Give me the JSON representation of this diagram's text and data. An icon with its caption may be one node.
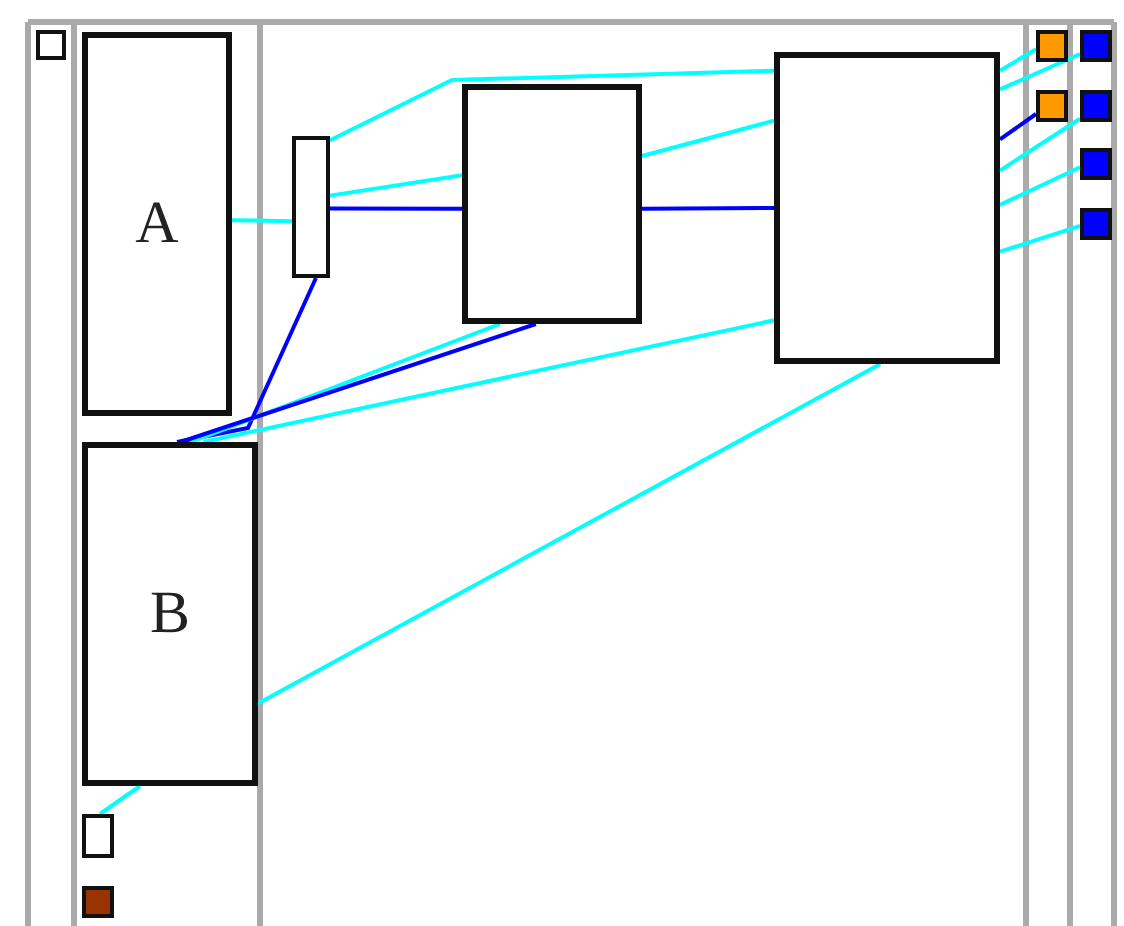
{
  "diagram": {
    "nodes": [
      {
        "text": [],
        "shape": "box"
      },
      {
        "text": [
          "A"
        ]
      },
      {
        "text": [],
        "shape": "box"
      },
      {
        "text": [],
        "shape": "box"
      },
      {
        "text": [],
        "shape": "box"
      },
      {
        "text": [],
        "shape": "box"
      },
      {
        "text": [],
        "shape": "box"
      },
      {
        "text": [],
        "shape": "box"
      },
      {
        "text": [],
        "shape": "box"
      },
      {
        "text": [],
        "shape": "box"
      },
      {
        "text": [],
        "shape": "box"
      },
      {
        "text": [
          "B"
        ]
      },
      {
        "text": [],
        "shape": "box"
      },
      {
        "text": [],
        "shape": "box"
      }
    ],
    "edges": [
      {
        "from": 1,
        "to": 2,
        "arrow": "none"
      },
      {
        "from": 2,
        "to": 3,
        "arrow": "none"
      },
      {
        "from": 2,
        "to": 3,
        "arrow": "none",
        "color": "#0000ff"
      },
      {
        "from": 2,
        "to": 4,
        "arrow": "none"
      },
      {
        "from": 2,
        "to": 11,
        "arrow": "none",
        "color": "#0000ff"
      },
      {
        "from": 11,
        "to": 3,
        "arrow": "none"
      },
      {
        "from": 11,
        "to": 3,
        "arrow": "none",
        "color": "#0000ff"
      },
      {
        "from": 11,
        "to": 4,
        "arrow": "none"
      },
      {
        "from": 11,
        "to": 4,
        "arrow": "none"
      },
      {
        "from": 11,
        "to": 12,
        "arrow": "none"
      },
      {
        "from": 3,
        "to": 4,
        "arrow": "none"
      },
      {
        "from": 3,
        "to": 4,
        "arrow": "none",
        "color": "#0000ff"
      },
      {
        "from": 4,
        "to": 5,
        "arrow": "none"
      },
      {
        "from": 4,
        "to": 6,
        "arrow": "none"
      },
      {
        "from": 4,
        "to": 7,
        "arrow": "none",
        "color": "#0000ff"
      },
      {
        "from": 4,
        "to": 8,
        "arrow": "none"
      },
      {
        "from": 4,
        "to": 9,
        "arrow": "none"
      },
      {
        "from": 4,
        "to": 10,
        "arrow": "none"
      }
    ]
  }
}
